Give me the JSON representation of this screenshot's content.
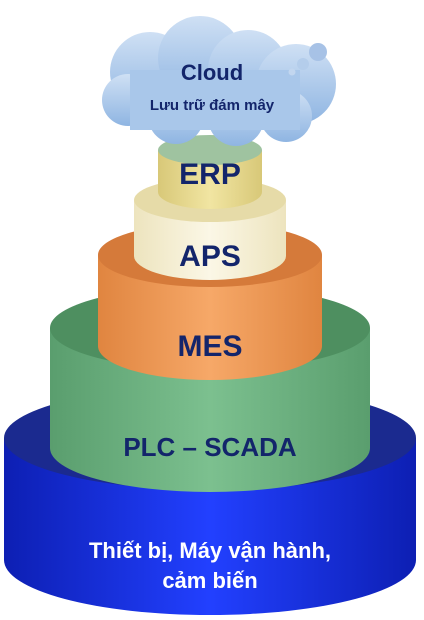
{
  "pyramid": {
    "cloud": {
      "title": "Cloud",
      "subtitle": "Lưu trữ đám mây",
      "color": "#7fa8d9"
    },
    "tiers": [
      {
        "key": "erp",
        "label": "ERP",
        "color": "#e9dc92"
      },
      {
        "key": "aps",
        "label": "APS",
        "color": "#f7f1d7"
      },
      {
        "key": "mes",
        "label": "MES",
        "color": "#ef9a5a"
      },
      {
        "key": "plc",
        "label": "PLC – SCADA",
        "color": "#6eb281"
      },
      {
        "key": "base",
        "label_line1": "Thiết bị,  Máy vận hành,",
        "label_line2": "cảm biến",
        "color": "#1c33e0"
      }
    ],
    "text_color": "#13256b"
  }
}
